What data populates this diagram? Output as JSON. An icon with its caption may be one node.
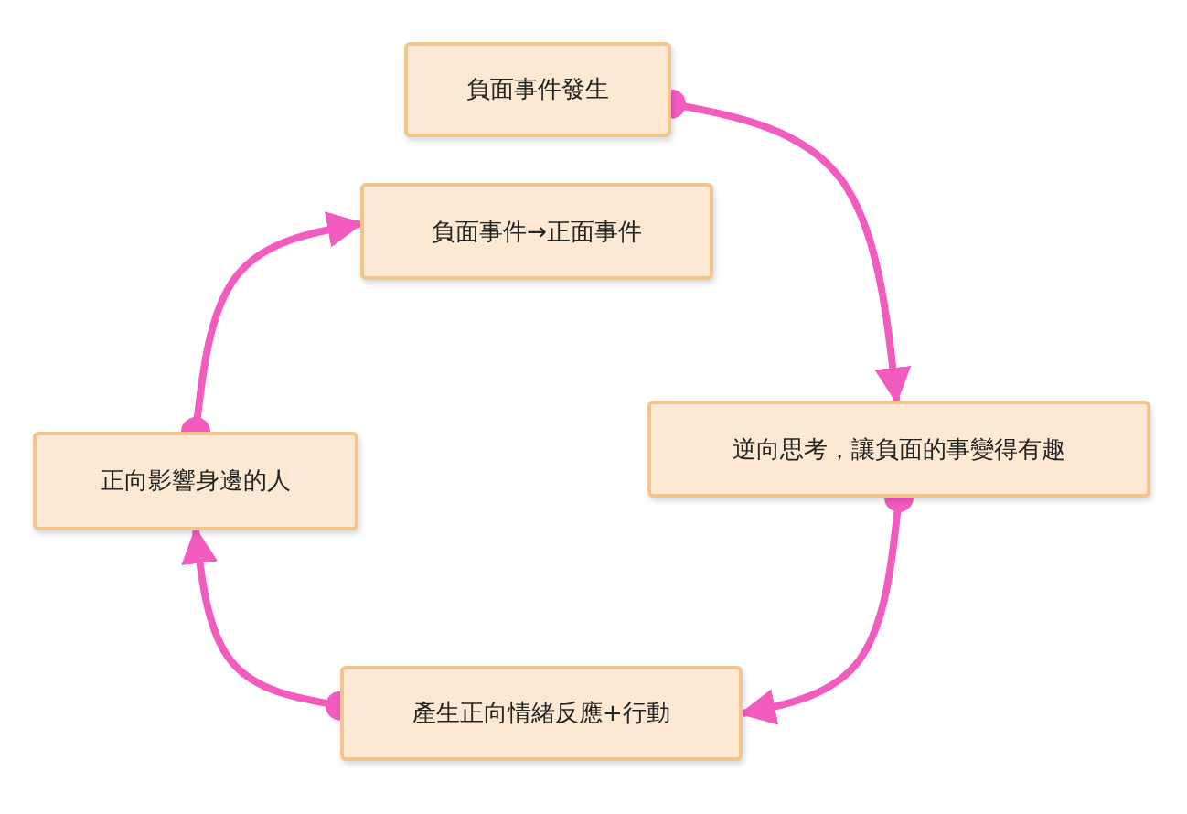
{
  "diagram": {
    "nodes": [
      {
        "text": [
          "負面事件發生"
        ]
      },
      {
        "text": [
          "逆向思考，讓負面的事變得有趣"
        ]
      },
      {
        "text": [
          "產生正向情緒反應+行動"
        ]
      },
      {
        "text": [
          "正向影響身邊的人"
        ]
      },
      {
        "text": [
          "負面事件→正面事件"
        ]
      }
    ],
    "edges": [
      {
        "from": 0,
        "to": 1,
        "arrow": "to"
      },
      {
        "from": 1,
        "to": 2,
        "arrow": "to"
      },
      {
        "from": 2,
        "to": 3,
        "arrow": "to"
      },
      {
        "from": 3,
        "to": 4,
        "arrow": "to"
      }
    ]
  }
}
